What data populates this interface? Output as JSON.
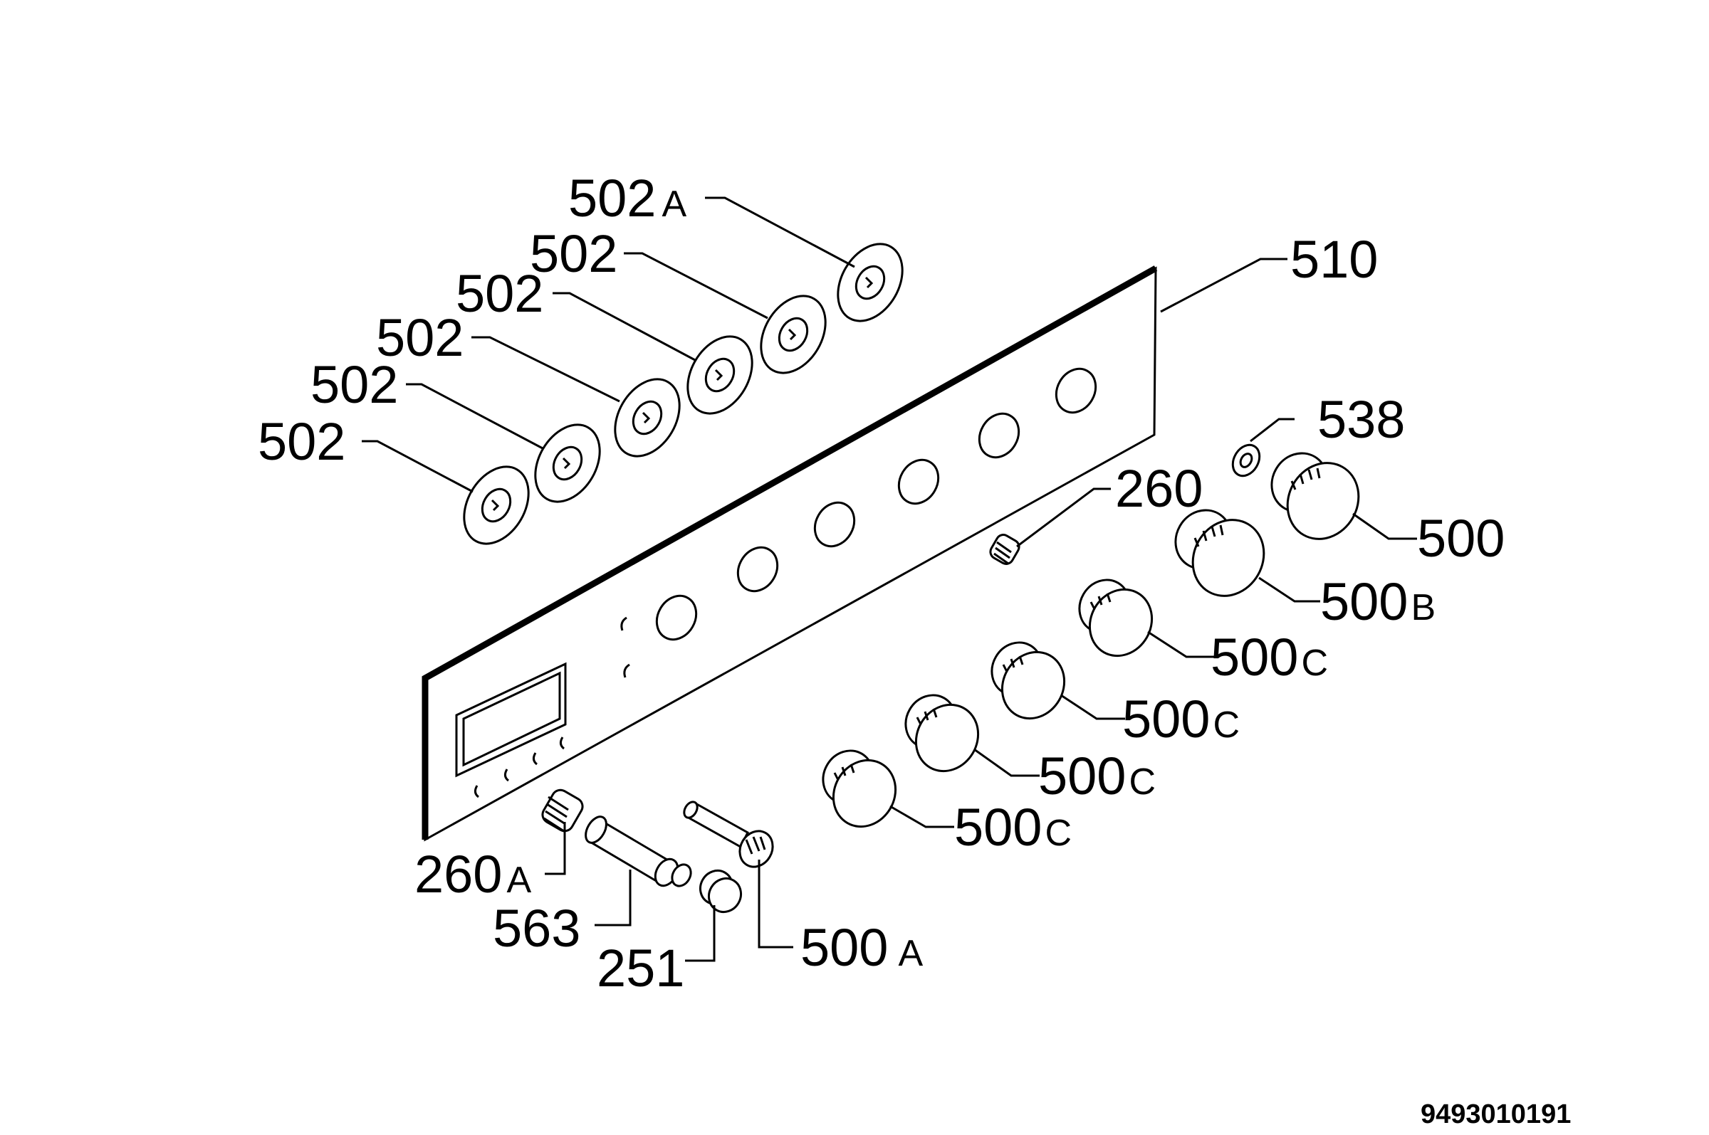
{
  "labels": {
    "p502a": {
      "num": "502",
      "suffix": "A"
    },
    "p502_1": "502",
    "p502_2": "502",
    "p502_3": "502",
    "p502_4": "502",
    "p502_5": "502",
    "p510": "510",
    "p538": "538",
    "p260": "260",
    "p500": "500",
    "p500b": {
      "num": "500",
      "suffix": "B"
    },
    "p500c_1": {
      "num": "500",
      "suffix": "C"
    },
    "p500c_2": {
      "num": "500",
      "suffix": "C"
    },
    "p500c_3": {
      "num": "500",
      "suffix": "C"
    },
    "p500c_4": {
      "num": "500",
      "suffix": "C"
    },
    "p260a": {
      "num": "260",
      "suffix": "A"
    },
    "p563": "563",
    "p251": "251",
    "p500a": {
      "num": "500",
      "suffix": "A"
    }
  },
  "document_number": "9493010191"
}
